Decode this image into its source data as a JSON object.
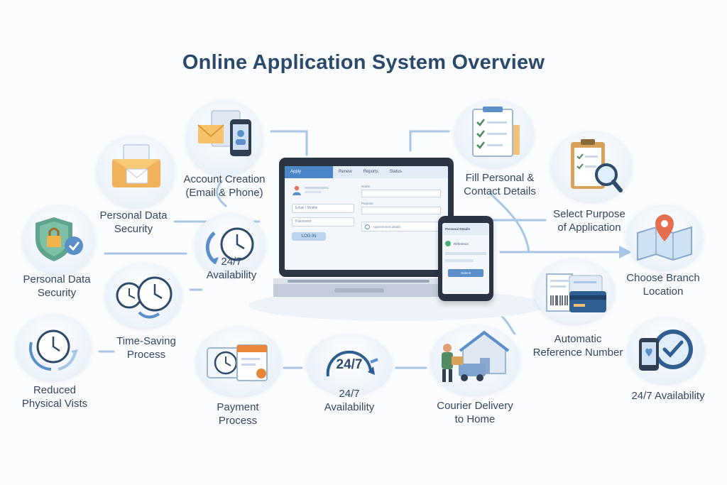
{
  "title": "Online Application System Overview",
  "laptop": {
    "tabs": [
      "Apply",
      "Renew",
      "Reports",
      "Status"
    ],
    "username_placeholder": "Email / Mobile",
    "password_placeholder": "Password",
    "login_button": "LOG IN",
    "right_field_1": "Name",
    "right_field_2": "Purpose",
    "checkbox_label": "Appointment details"
  },
  "phone": {
    "header": "Personal Details",
    "name": "Reference",
    "button": "Submit"
  },
  "nodes": [
    {
      "id": "account-creation",
      "label": "Account Creation\n(Email & Phone)",
      "icon": "envelope-phone-icon"
    },
    {
      "id": "personal-data-security-top",
      "label": "Personal Data\nSecurity",
      "icon": "envelope-documents-icon"
    },
    {
      "id": "personal-data-security-left",
      "label": "Personal Data\nSecurity",
      "icon": "shield-lock-icon"
    },
    {
      "id": "availability-center",
      "label": "24/7\nAvailability",
      "icon": "clock-icon"
    },
    {
      "id": "time-saving",
      "label": "Time-Saving\nProcess",
      "icon": "two-clocks-icon"
    },
    {
      "id": "reduced-visits",
      "label": "Reduced\nPhysical Vists",
      "icon": "clock-arrows-icon"
    },
    {
      "id": "payment",
      "label": "Payment\nProcess",
      "icon": "payment-icon"
    },
    {
      "id": "availability-bottom",
      "label": "24/7\nAvailability",
      "icon": "24-7-icon",
      "badge": "24/7"
    },
    {
      "id": "courier",
      "label": "Courier Delivery\nto Home",
      "icon": "courier-icon"
    },
    {
      "id": "fill-details",
      "label": "Fill Personal &\nContact Details",
      "icon": "checklist-icon"
    },
    {
      "id": "select-purpose",
      "label": "Select Purpose\nof Application",
      "icon": "clipboard-magnifier-icon"
    },
    {
      "id": "branch-location",
      "label": "Choose Branch\nLocation",
      "icon": "map-pin-icon"
    },
    {
      "id": "reference-number",
      "label": "Automatic\nReference Number",
      "icon": "receipt-card-icon"
    },
    {
      "id": "availability-right",
      "label": "24/7 Availability",
      "icon": "phone-clock-icon"
    }
  ],
  "colors": {
    "accent": "#4a86c8",
    "light": "#a9c6e6",
    "ink": "#2b4a6b",
    "orange": "#e8873a"
  }
}
